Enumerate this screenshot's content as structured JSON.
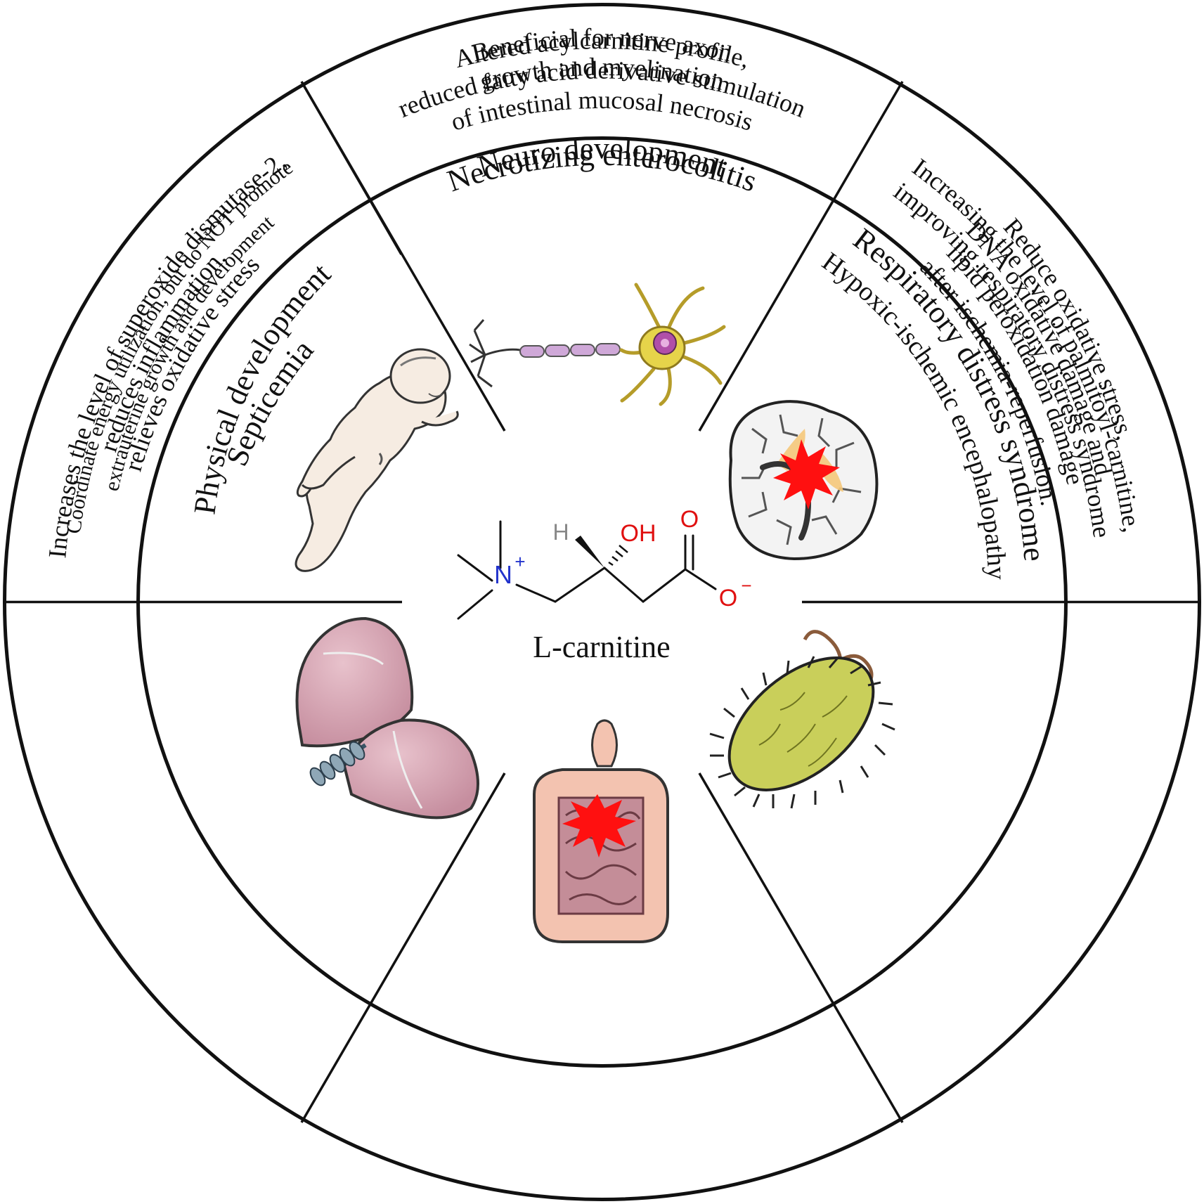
{
  "center": {
    "molecule_name": "L-carnitine",
    "atoms": {
      "n": "N",
      "n_charge": "+",
      "h": "H",
      "oh": "OH",
      "o_top": "O",
      "o_minus": "O",
      "o_charge": "−"
    }
  },
  "inner_labels": {
    "neuro": "Neuro development",
    "physical": "Physical development",
    "hypoxic": "Hypoxic-ischemic encephalopathy",
    "respiratory": "Respiratory distress syndrome",
    "necrotizing": "Necrotizing enterocolitis",
    "septicemia": "Septicemia"
  },
  "outer_texts": {
    "neuro": [
      "Beneficial for nerve axon",
      "growth and myelination"
    ],
    "physical": [
      "Coordinate energy utilization, but do NOT promote",
      "extrauterine growth and development"
    ],
    "hypoxic": [
      "Reduce oxidative stress,",
      "DNA oxidative damage and",
      "lipid peroxidation damage",
      "after ischemia-reperfusion."
    ],
    "respiratory": [
      "Increasing the level of palmitoyl-carnitine,",
      "improving respiratory distress syndrome"
    ],
    "necrotizing": [
      "Altered acylcarnitine profile,",
      "reduced fatty acid derivative stimulation",
      "of intestinal mucosal necrosis"
    ],
    "septicemia": [
      "Increases the level of superoxide dismutase-2,",
      "reduces inflammation,",
      "relieves oxidative stress"
    ]
  },
  "icons": {
    "neuron": "neuron-icon",
    "infant": "infant-icon",
    "brain": "brain-icon",
    "lungs": "lungs-icon",
    "intestine": "intestine-icon",
    "bacterium": "bacterium-icon"
  },
  "colors": {
    "nitrogen": "#2233cc",
    "oxygen": "#e01010",
    "lesion": "#ff1010",
    "lung": "#d9a9b6",
    "neuron_body": "#e6d44a",
    "axon": "#cfa8d8",
    "bacterium": "#c9cf5a",
    "intestine": "#f3c3b0"
  }
}
